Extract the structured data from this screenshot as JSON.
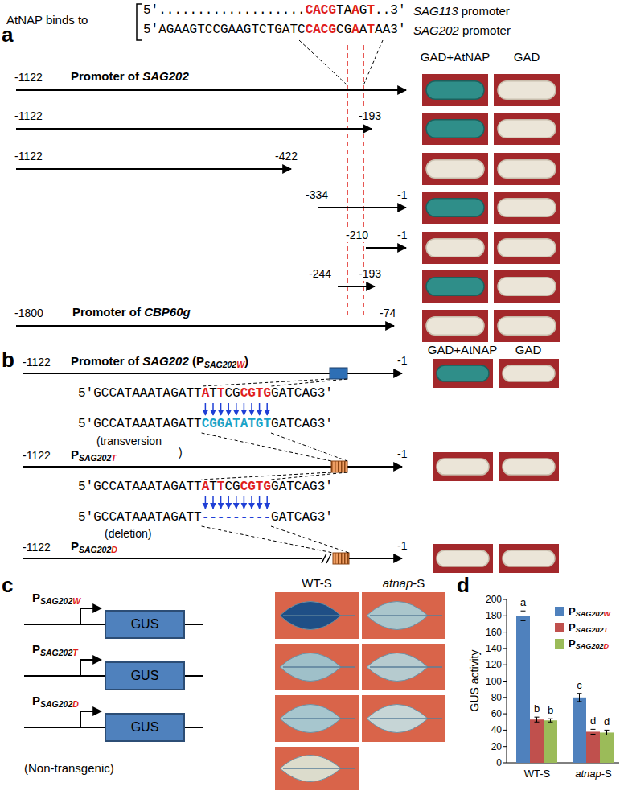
{
  "diagram": {
    "nodes": [
      {
        "text": [
          "GUS"
        ]
      },
      {
        "text": [
          "GUS"
        ]
      },
      {
        "text": [
          "GUS"
        ]
      }
    ],
    "labels": [
      "a",
      "AtNAP binds to",
      "5'...................CACGTAAGT..3'",
      "SAG113 promoter",
      "5'AGAAGTCCGAAGTCTGATCCACGCGAATAA3'",
      "SAG202 promoter",
      "GAD+AtNAP",
      "GAD",
      "-1122",
      "Promoter of SAG202",
      "-1122",
      "-193",
      "-1122",
      "-422",
      "-334",
      "-1",
      "-210",
      "-1",
      "-244",
      "-193",
      "-1800",
      "Promoter of CBP60g",
      "-74",
      "b",
      "GAD+AtNAP",
      "GAD",
      "-1122",
      "Promoter of SAG202 (PSAG202W)",
      "-1",
      "5'GCCATAAATAGATTATTCGCGTGGATCAG3'",
      "5'GCCATAAATAGATTCGGATATGTGATCAG3'",
      "(transversion",
      ")",
      "-1122",
      "PSAG202T",
      "-1",
      "5'GCCATAAATAGATTATTCGCGTGGATCAG3'",
      "5'GCCATAAATAGATT---------GATCAG3'",
      "(deletion)",
      "-1122",
      "PSAG202D",
      "-1",
      "c",
      "PSAG202W",
      "PSAG202T",
      "PSAG202D",
      "WT-S",
      "atnap-S",
      "(Non-transgenic)",
      "d",
      "GUS activity",
      "0",
      "20",
      "40",
      "60",
      "80",
      "100",
      "120",
      "140",
      "160",
      "180",
      "200",
      "WT-S",
      "atnap-S",
      "a",
      "b",
      "b",
      "c",
      "d",
      "d"
    ],
    "legend": [
      {
        "text": "PSAG202W",
        "color": "#4f81bd"
      },
      {
        "text": "PSAG202T",
        "color": "#c0504d"
      },
      {
        "text": "PSAG202D",
        "color": "#9bbb59"
      }
    ]
  }
}
